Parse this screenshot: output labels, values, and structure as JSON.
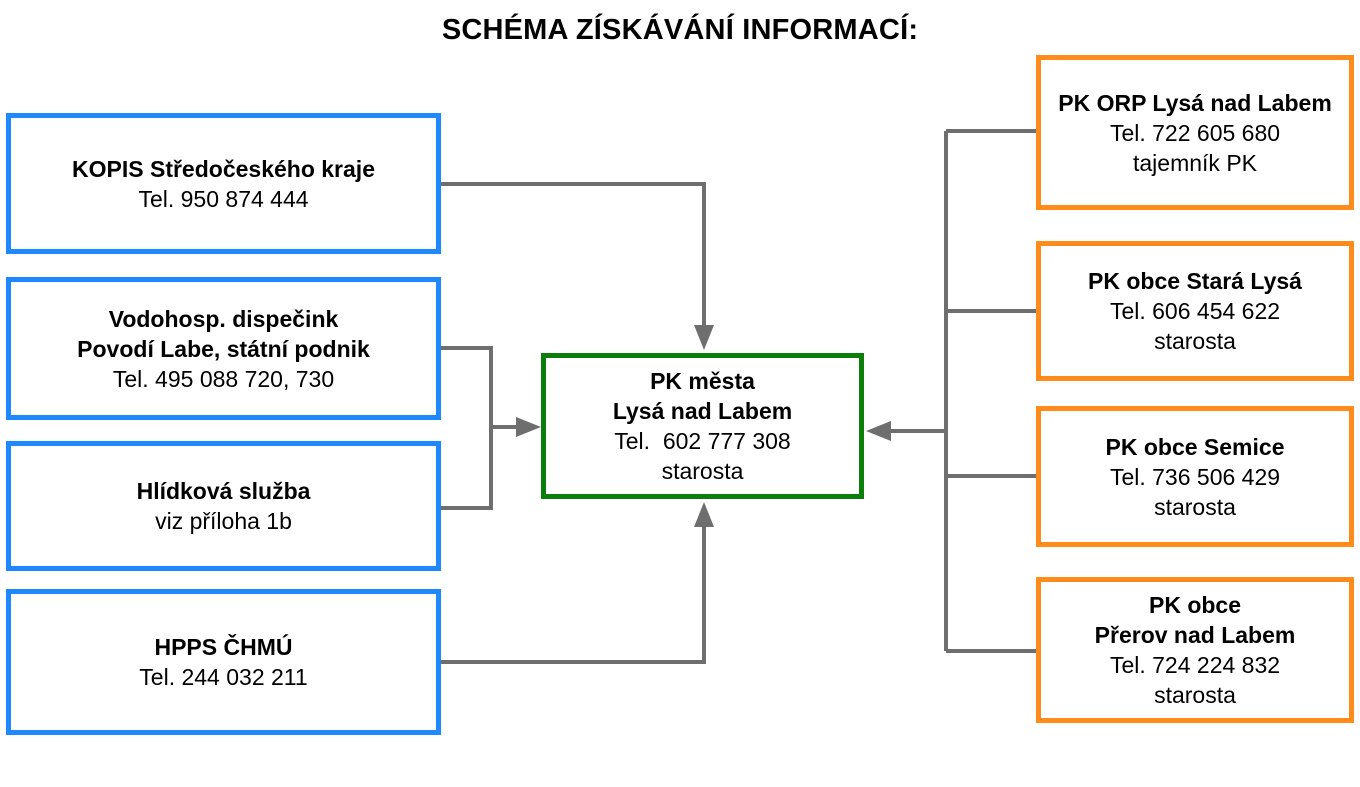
{
  "title": "SCHÉMA ZÍSKÁVÁNÍ INFORMACÍ:",
  "colors": {
    "source_border": "#1e88ff",
    "center_border": "#0a7d0a",
    "municipal_border": "#ff8c1a",
    "connector": "#6e6e6e"
  },
  "sources": [
    {
      "name": "KOPIS Středočeského kraje",
      "line1": "Tel. 950 874 444"
    },
    {
      "name1": "Vodohosp. dispečink",
      "name2": "Povodí Labe, státní podnik",
      "line1": "Tel. 495 088 720, 730"
    },
    {
      "name": "Hlídková služba",
      "line1": "viz příloha 1b"
    },
    {
      "name": "HPPS ČHMÚ",
      "line1": "Tel. 244 032 211"
    }
  ],
  "center": {
    "name1": "PK města",
    "name2": "Lysá nad Labem",
    "phone": "Tel.  602 777 308",
    "role": "starosta"
  },
  "municipal": [
    {
      "name": "PK ORP Lysá nad Labem",
      "phone": "Tel. 722 605 680",
      "role": "tajemník PK"
    },
    {
      "name": "PK obce Stará Lysá",
      "phone": "Tel. 606 454 622",
      "role": "starosta"
    },
    {
      "name": "PK obce Semice",
      "phone": "Tel. 736 506 429",
      "role": "starosta"
    },
    {
      "name1": "PK obce",
      "name2": "Přerov nad Labem",
      "phone": "Tel. 724 224 832",
      "role": "starosta"
    }
  ]
}
